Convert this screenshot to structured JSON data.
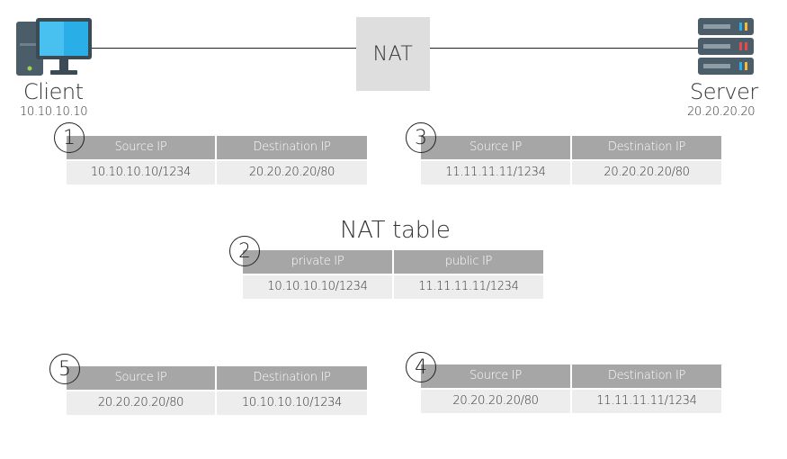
{
  "nat_label": "NAT",
  "client": {
    "label": "Client",
    "ip": "10.10.10.10"
  },
  "server": {
    "label": "Server",
    "ip": "20.20.20.20"
  },
  "nat_table_title": "NAT table",
  "colors": {
    "header": "#a6a6a6",
    "cell": "#ededed",
    "nat_box": "#dedede",
    "monitor": "#29aee8",
    "tower": "#4a5d68",
    "server_bars": "#7f8e99"
  },
  "tables": {
    "t1": {
      "step": "1",
      "headers": [
        "Source IP",
        "Destination IP"
      ],
      "values": [
        "10.10.10.10/1234",
        "20.20.20.20/80"
      ]
    },
    "t2": {
      "step": "2",
      "headers": [
        "private IP",
        "public IP"
      ],
      "values": [
        "10.10.10.10/1234",
        "11.11.11.11/1234"
      ]
    },
    "t3": {
      "step": "3",
      "headers": [
        "Source IP",
        "Destination IP"
      ],
      "values": [
        "11.11.11.11/1234",
        "20.20.20.20/80"
      ]
    },
    "t4": {
      "step": "4",
      "headers": [
        "Source IP",
        "Destination IP"
      ],
      "values": [
        "20.20.20.20/80",
        "11.11.11.11/1234"
      ]
    },
    "t5": {
      "step": "5",
      "headers": [
        "Source IP",
        "Destination IP"
      ],
      "values": [
        "20.20.20.20/80",
        "10.10.10.10/1234"
      ]
    }
  }
}
